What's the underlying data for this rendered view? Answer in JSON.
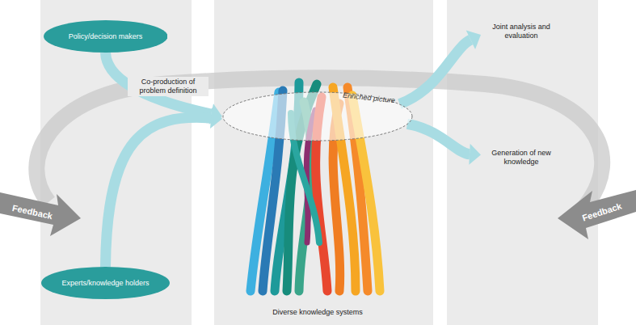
{
  "diagram": {
    "nodes": [
      {
        "text": [
          "Policy/decision makers"
        ]
      },
      {
        "text": [
          "Experts/knowledge holders"
        ]
      },
      {
        "text": [
          "Enriched picture"
        ]
      },
      {
        "text": [
          "Joint analysis and evaluation"
        ]
      },
      {
        "text": [
          "Generation of new knowledge"
        ]
      }
    ],
    "edges": [
      {
        "from": 0,
        "to": 2,
        "arrow": "to"
      },
      {
        "from": 1,
        "to": 2,
        "arrow": "to"
      },
      {
        "from": 2,
        "to": 3,
        "arrow": "to"
      },
      {
        "from": 2,
        "to": 4,
        "arrow": "to"
      }
    ],
    "labels": [
      "Co-production of problem definition",
      "Diverse knowledge systems",
      "Feedback",
      "Feedback"
    ]
  }
}
